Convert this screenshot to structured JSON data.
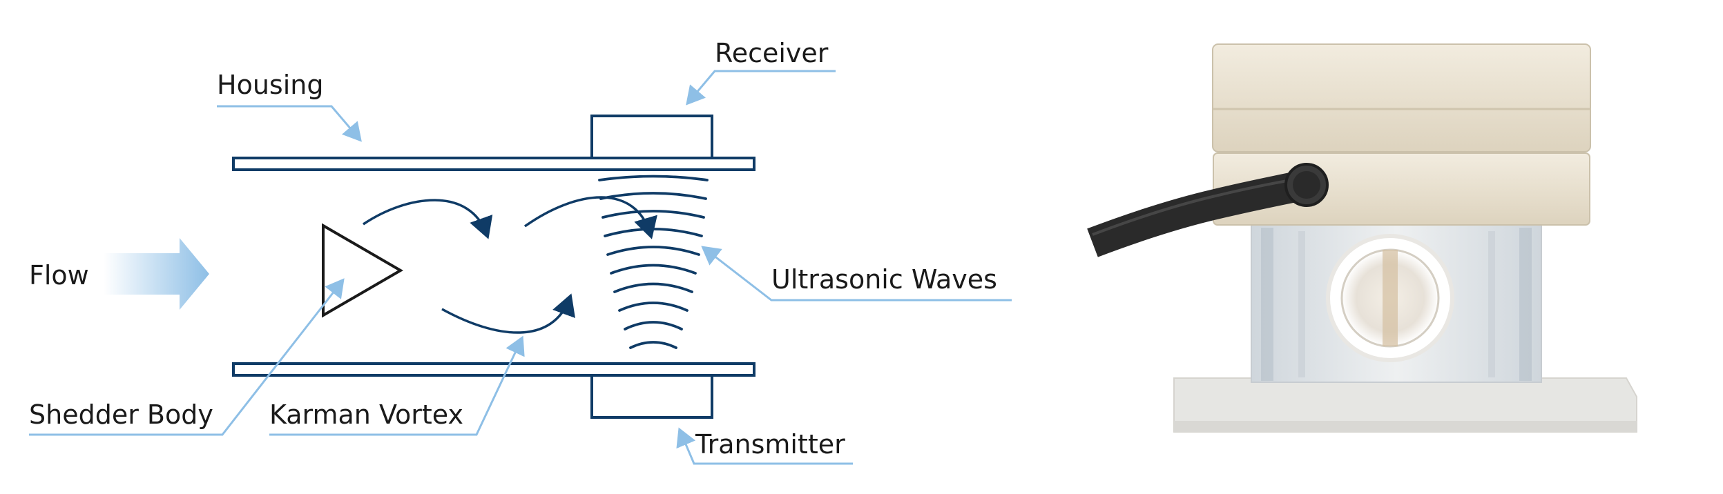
{
  "diagram": {
    "labels": {
      "flow": "Flow",
      "housing": "Housing",
      "receiver": "Receiver",
      "ultrasonic_waves": "Ultrasonic Waves",
      "shedder_body": "Shedder Body",
      "karman_vortex": "Karman Vortex",
      "transmitter": "Transmitter"
    },
    "colors": {
      "structure": "#0f3b66",
      "leader": "#8ebfe6",
      "flow_arrow_start": "#ffffff",
      "flow_arrow_end": "#8ebfe6",
      "text": "#1a1a1a"
    }
  },
  "photo": {
    "subject": "ultrasonic vortex flow sensor",
    "colors": {
      "housing": "#e8e0cf",
      "cable": "#2a2a2a",
      "body": "#dcd9d2"
    }
  }
}
